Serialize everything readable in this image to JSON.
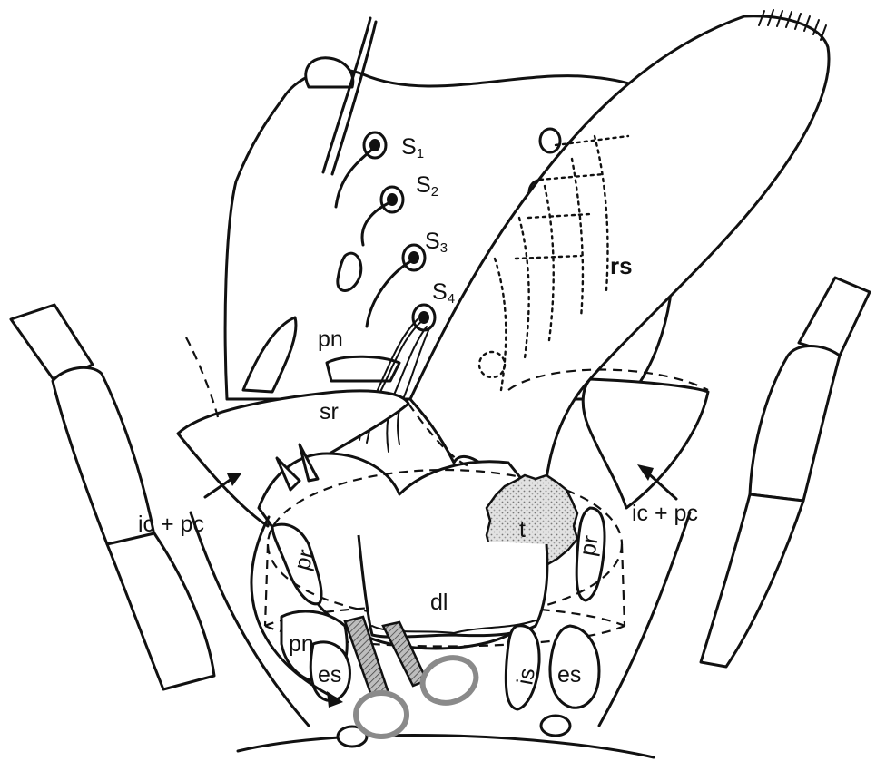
{
  "labels": {
    "s1": {
      "main": "S",
      "sub": "1"
    },
    "s2": {
      "main": "S",
      "sub": "2"
    },
    "s3": {
      "main": "S",
      "sub": "3"
    },
    "s4": {
      "main": "S",
      "sub": "4"
    },
    "rs": "rs",
    "pn_upper": "pn",
    "sr": "sr",
    "ic_pc_left": "ic + pc",
    "ic_pc_right": "ic + pc",
    "pr_left": "pr",
    "pr_right": "pr",
    "t": "t",
    "dl": "dl",
    "pn_lower": "pn",
    "es_left": "es",
    "is": "is",
    "es_right": "es"
  },
  "colors": {
    "ink": "#111111",
    "tumor_fill": "#d9d9d9",
    "scissors_fill": "#8a8a8a"
  },
  "icons": [
    "scissors-icon"
  ]
}
